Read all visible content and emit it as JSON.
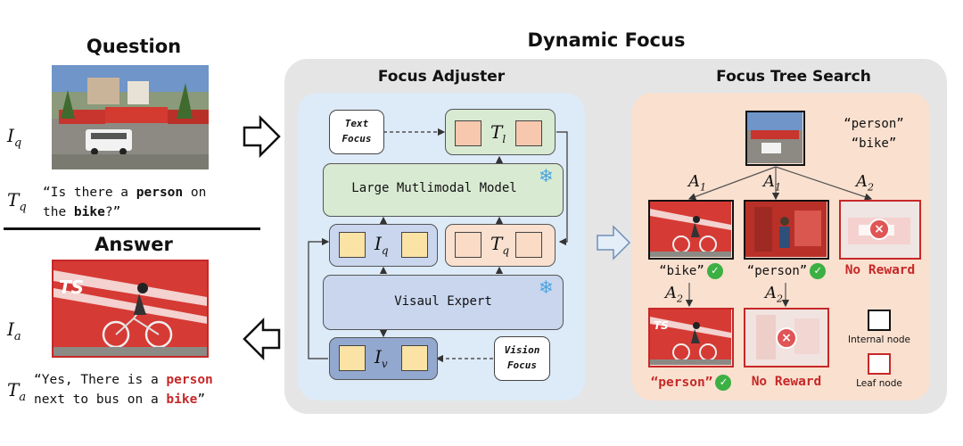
{
  "left": {
    "question_title": "Question",
    "answer_title": "Answer",
    "iq": "I",
    "iq_sub": "q",
    "tq": "T",
    "tq_sub": "q",
    "ia": "I",
    "ia_sub": "a",
    "ta": "T",
    "ta_sub": "a",
    "question_text": {
      "p1": "“Is there a ",
      "b1": "person",
      "p2": " on",
      "p3": "the ",
      "b2": "bike",
      "p4": "?”"
    },
    "answer_text": {
      "p1": "“Yes, There is a ",
      "r1": "person",
      "p2": "next to bus on a ",
      "r2": "bike",
      "p3": "”"
    }
  },
  "dynamic_focus_title": "Dynamic Focus",
  "adjuster": {
    "title": "Focus Adjuster",
    "text_focus_1": "Text",
    "text_focus_2": "Focus",
    "vision_focus_1": "Vision",
    "vision_focus_2": "Focus",
    "lmm_label": "Large Mutlimodal Model",
    "visual_expert_label": "Visaul Expert",
    "tl": "T",
    "tl_sub": "l",
    "iq": "I",
    "iq_sub": "q",
    "tq": "T",
    "tq_sub": "q",
    "iv": "I",
    "iv_sub": "v"
  },
  "tree": {
    "title": "Focus Tree Search",
    "root_label_1": "“person”",
    "root_label_2": "“bike”",
    "a1": "A",
    "a1_sub": "1",
    "a2": "A",
    "a2_sub": "2",
    "bike_label": "“bike”",
    "person_label": "“person”",
    "no_reward": "No Reward",
    "person_label_red": "“person”",
    "internal_node": "Internal node",
    "leaf_node": "Leaf node"
  },
  "colors": {
    "panel_gray": "#e5e5e5",
    "adjuster_bg": "#ddeaf7",
    "tree_bg": "#fae0cf",
    "green_block": "#d9ead3",
    "blue_block": "#c9d6ee",
    "red": "#c62828",
    "check_green": "#3cb043"
  }
}
